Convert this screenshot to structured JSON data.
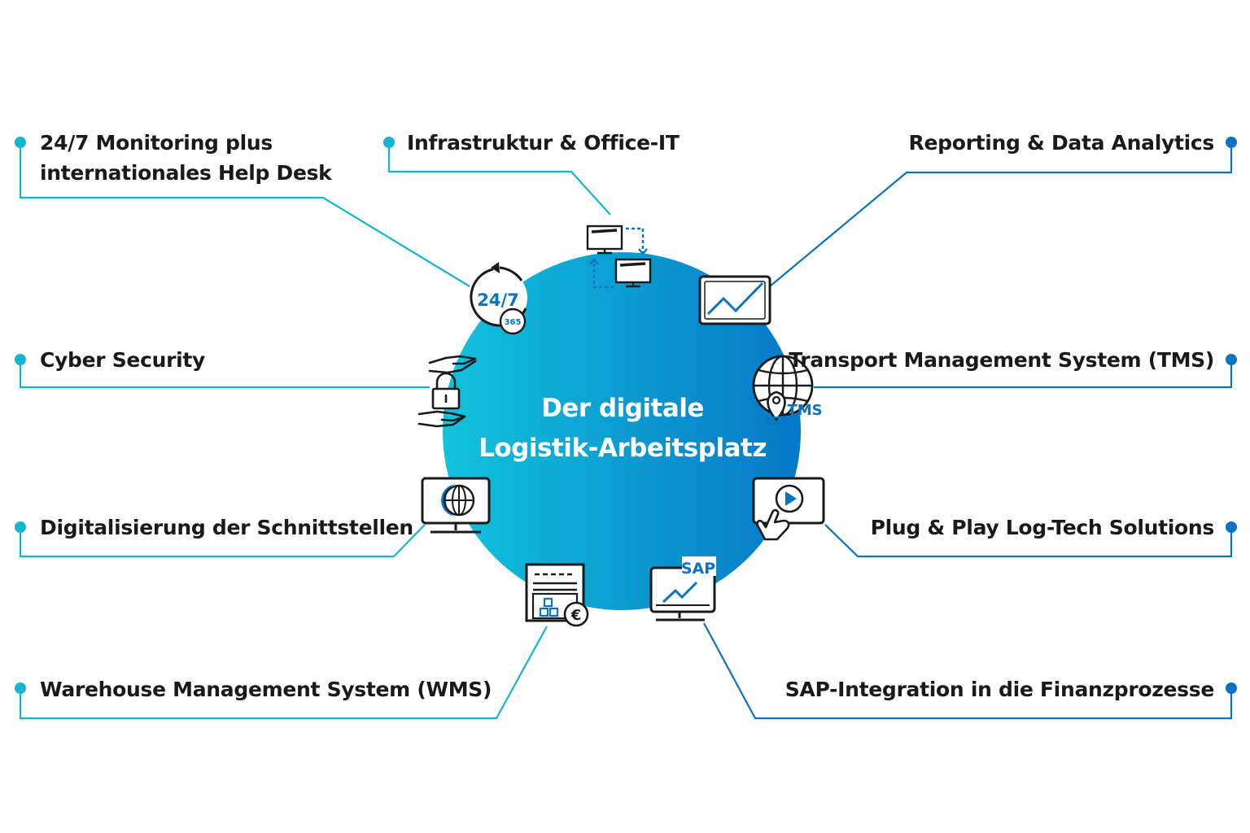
{
  "center": {
    "line1": "Der digitale",
    "line2": "Logistik-Arbeitsplatz"
  },
  "labels": {
    "monitoring": {
      "line1": "24/7 Monitoring plus",
      "line2": "internationales Help Desk"
    },
    "infrastruktur": "Infrastruktur & Office-IT",
    "reporting": "Reporting & Data Analytics",
    "cyber": "Cyber Security",
    "tms": "Transport Management System (TMS)",
    "schnittstellen": "Digitalisierung der Schnittstellen",
    "plugplay": "Plug & Play Log-Tech Solutions",
    "wms": "Warehouse Management System (WMS)",
    "sap": "SAP-Integration in die Finanzprozesse"
  },
  "icon_text": {
    "h247": "24/7",
    "d365": "365",
    "tms": "TMS",
    "sap": "SAP",
    "euro": "€"
  },
  "colors": {
    "cyan": "#13b5d1",
    "blue": "#0a73c4",
    "text": "#1a1a1a",
    "icon": "#1a1a1a"
  },
  "icons": [
    "computers-sync-icon",
    "clock-247-icon",
    "line-chart-icon",
    "hands-lock-icon",
    "globe-pin-icon",
    "monitor-globe-icon",
    "touch-play-icon",
    "warehouse-euro-icon",
    "sap-monitor-icon"
  ]
}
